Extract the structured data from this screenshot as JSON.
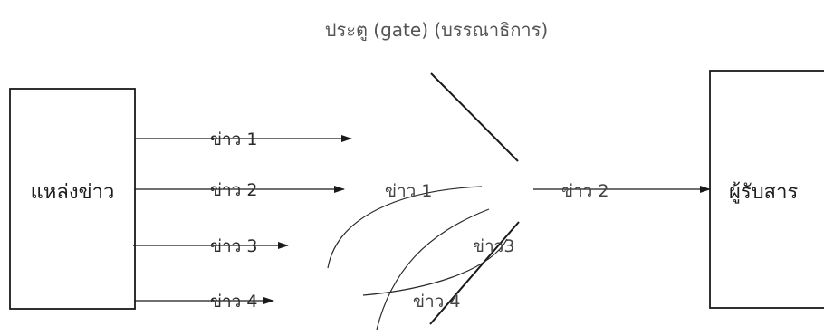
{
  "title": "ประตู (gate) (บรรณาธิการ)",
  "source": {
    "label": "แหล่งข่าว"
  },
  "receiver": {
    "label": "ผู้รับสาร"
  },
  "incoming_news": [
    {
      "label": "ข่าว 1"
    },
    {
      "label": "ข่าว 2"
    },
    {
      "label": "ข่าว 3"
    },
    {
      "label": "ข่าว 4"
    }
  ],
  "gate_news": [
    {
      "label": "ข่าว 1"
    },
    {
      "label": "ข่าว3"
    },
    {
      "label": "ข่าว 4"
    }
  ],
  "passed_news": {
    "label": "ข่าว 2"
  },
  "colors": {
    "stroke": "#1a1a1a",
    "text": "#2b2b2b"
  }
}
